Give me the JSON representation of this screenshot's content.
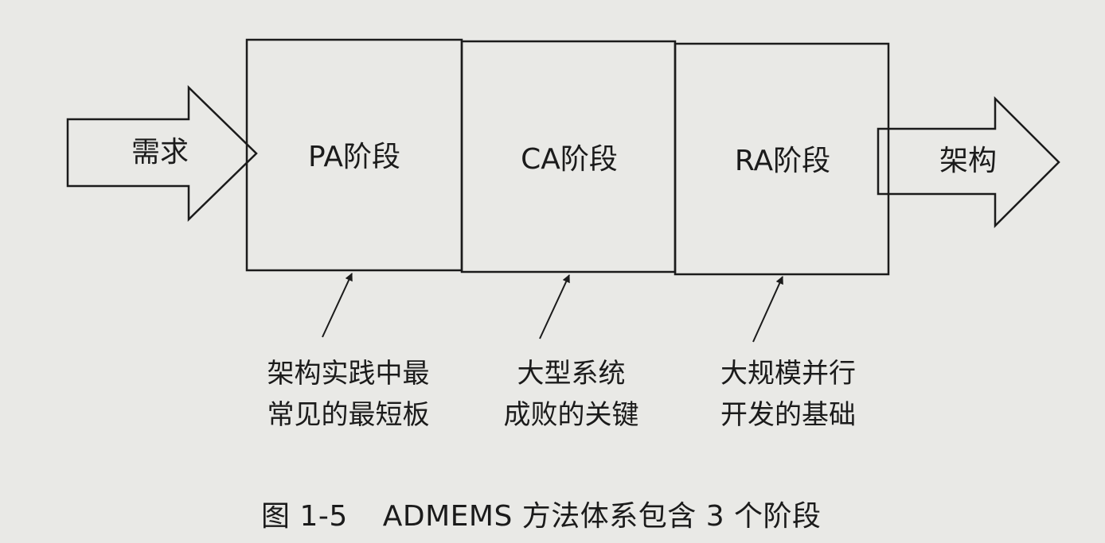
{
  "diagram": {
    "input_label": "需求",
    "output_label": "架构",
    "stages": [
      {
        "label": "PA阶段",
        "note_line1": "架构实践中最",
        "note_line2": "常见的最短板"
      },
      {
        "label": "CA阶段",
        "note_line1": "大型系统",
        "note_line2": "成败的关键"
      },
      {
        "label": "RA阶段",
        "note_line1": "大规模并行",
        "note_line2": "开发的基础"
      }
    ]
  },
  "caption": {
    "number": "图 1-5",
    "text": "ADMEMS 方法体系包含 3 个阶段"
  }
}
